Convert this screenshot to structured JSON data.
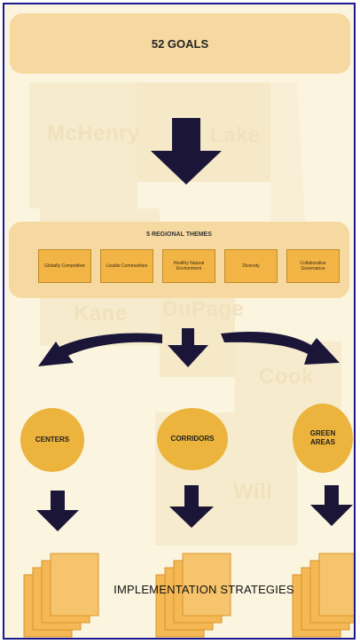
{
  "goals": {
    "label": "52 GOALS"
  },
  "counties": {
    "mchenry": "McHenry",
    "lake": "Lake",
    "kane": "Kane",
    "dupage": "DuPage",
    "cook": "Cook",
    "will": "Will"
  },
  "themes": {
    "title": "5 REGIONAL THEMES",
    "items": [
      {
        "label": "Globally Competitive"
      },
      {
        "label": "Livable Communities"
      },
      {
        "label": "Healthy Natural Environment"
      },
      {
        "label": "Diversity"
      },
      {
        "label": "Collaborative Governance"
      }
    ]
  },
  "outcomes": [
    {
      "label": "CENTERS"
    },
    {
      "label": "CORRIDORS"
    },
    {
      "label": "GREEN AREAS"
    }
  ],
  "implementation": {
    "label": "IMPLEMENTATION STRATEGIES"
  },
  "colors": {
    "background": "#fbf4df",
    "box": "#f6d9a0",
    "theme": "#f2b445",
    "oval": "#ecb33d",
    "page_stack": "#f4b955",
    "arrow": "#1b1638",
    "border": "#1a1a8c"
  }
}
